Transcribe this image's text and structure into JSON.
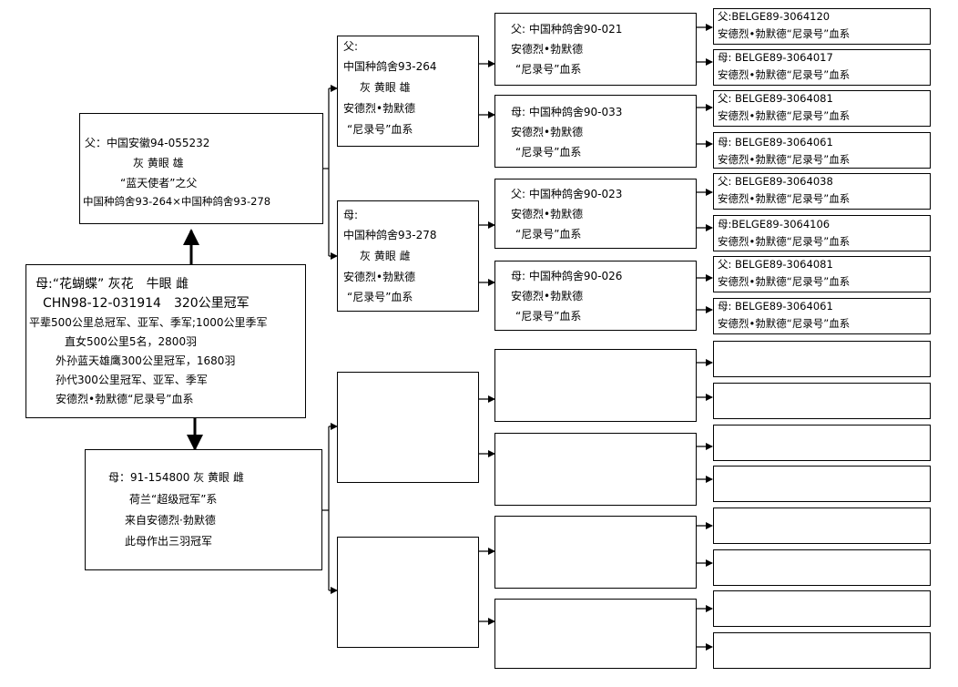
{
  "subject": {
    "lines": [
      "母:“花蝴蝶” 灰花　牛眼 雌",
      "CHN98-12-031914　320公里冠军",
      "平辈500公里总冠军、亚军、季军;1000公里季军",
      "直女500公里5名，2800羽",
      "外孙蓝天雄鹰300公里冠军，1680羽",
      "孙代300公里冠军、亚军、季军",
      "安德烈•勃默德“尼录号”血系"
    ]
  },
  "sire": {
    "lines": [
      "父：中国安徽94-055232",
      "灰 黄眼 雄",
      "“蓝天使者”之父",
      "中国种鸽舍93-264×中国种鸽舍93-278"
    ]
  },
  "dam": {
    "lines": [
      "母：91-154800 灰 黄眼 雌",
      "荷兰“超级冠军”系",
      "来自安德烈·勃默德",
      "此母作出三羽冠军"
    ]
  },
  "gen2": [
    {
      "lines": [
        "父:",
        "中国种鸽舍93-264",
        "灰 黄眼 雄",
        "安德烈•勃默德",
        "“尼录号”血系"
      ]
    },
    {
      "lines": [
        "母:",
        "中国种鸽舍93-278",
        "灰 黄眼 雌",
        "安德烈•勃默德",
        "“尼录号”血系"
      ]
    }
  ],
  "gen3": [
    {
      "lines": [
        "父: 中国种鸽舍90-021",
        "安德烈•勃默德",
        "“尼录号”血系"
      ]
    },
    {
      "lines": [
        "母: 中国种鸽舍90-033",
        "安德烈•勃默德",
        "“尼录号”血系"
      ]
    },
    {
      "lines": [
        "父: 中国种鸽舍90-023",
        "安德烈•勃默德",
        "“尼录号”血系"
      ]
    },
    {
      "lines": [
        "母: 中国种鸽舍90-026",
        "安德烈•勃默德",
        "“尼录号”血系"
      ]
    }
  ],
  "gen4": [
    {
      "lines": [
        "父:BELGE89-3064120",
        "安德烈•勃默德“尼录号”血系"
      ]
    },
    {
      "lines": [
        "母: BELGE89-3064017",
        "安德烈•勃默德“尼录号”血系"
      ]
    },
    {
      "lines": [
        "父: BELGE89-3064081",
        "安德烈•勃默德“尼录号”血系"
      ]
    },
    {
      "lines": [
        "母: BELGE89-3064061",
        "安德烈•勃默德“尼录号”血系"
      ]
    },
    {
      "lines": [
        "父: BELGE89-3064038",
        "安德烈•勃默德“尼录号”血系"
      ]
    },
    {
      "lines": [
        "母:BELGE89-3064106",
        "安德烈•勃默德“尼录号”血系"
      ]
    },
    {
      "lines": [
        "父: BELGE89-3064081",
        "安德烈•勃默德“尼录号”血系"
      ]
    },
    {
      "lines": [
        "母: BELGE89-3064061",
        "安德烈•勃默德“尼录号”血系"
      ]
    }
  ]
}
